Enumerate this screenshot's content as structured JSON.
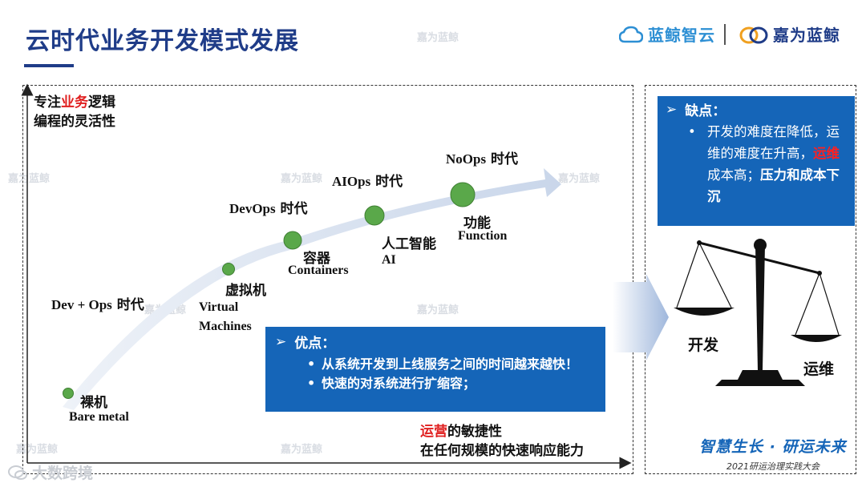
{
  "title": "云时代业务开发模式发展",
  "logos": {
    "left": "蓝鲸智云",
    "right": "嘉为蓝鲸"
  },
  "axis_label": {
    "prefix": "专注",
    "highlight": "业务",
    "suffix": "逻辑",
    "line2": "编程的灵活性"
  },
  "stages": [
    {
      "zh": "裸机",
      "en": "Bare metal"
    },
    {
      "zh": "虚拟机",
      "en": "Virtual Machines"
    },
    {
      "zh": "容器",
      "en": "Containers"
    },
    {
      "zh": "人工智能",
      "en": "AI"
    },
    {
      "zh": "功能",
      "en": "Function"
    }
  ],
  "eras": {
    "dev_ops": {
      "en": "Dev + Ops",
      "zh": "时代"
    },
    "devops": {
      "en": "DevOps",
      "zh": "时代"
    },
    "aiops": {
      "en": "AIOps",
      "zh": "时代"
    },
    "noops": {
      "en": "NoOps",
      "zh": "时代"
    }
  },
  "pros": {
    "title": "优点：",
    "items": [
      "从系统开发到上线服务之间的时间越来越快！",
      "快速的对系统进行扩缩容；"
    ]
  },
  "cons": {
    "title": "缺点：",
    "part1": "开发的难度在降低，运维的难度在升高，",
    "red": "运维",
    "part2": "成本高；",
    "bold": "压力和成本下沉"
  },
  "x_axis_label": {
    "highlight": "运营",
    "suffix": "的敏捷性",
    "line2": "在任何规模的快速响应能力"
  },
  "scale": {
    "left": "开发",
    "right": "运维"
  },
  "slogan": "智慧生长 · 研运未来",
  "conference": "2021研运治理实践大会",
  "watermark": "嘉为蓝鲸",
  "bottom_watermark": "大数跨境",
  "colors": {
    "primary": "#1f3c88",
    "box": "#1565b8",
    "accent_red": "#e02020",
    "node_green": "#5aa84a"
  }
}
